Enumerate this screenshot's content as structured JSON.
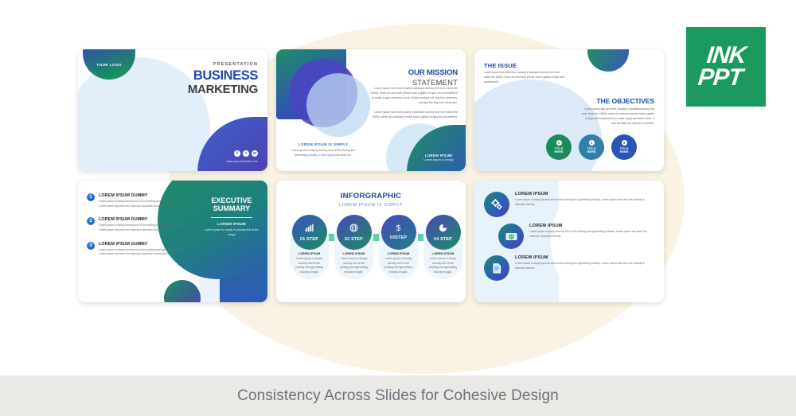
{
  "logo": {
    "line1": "INK",
    "line2": "PPT",
    "color": "#1a9a5e"
  },
  "caption": "Consistency Across Slides for Cohesive Design",
  "slides": [
    {
      "id": "business-marketing",
      "logo_tab": "YOUR LOGO",
      "kicker": "PRESENTATION",
      "title_line1": "BUSINESS",
      "title_line2": "MARKETING",
      "social": [
        "f",
        "t",
        "in"
      ],
      "url": "www.yourwebsite.com"
    },
    {
      "id": "our-mission",
      "heading1": "OUR MISSION",
      "heading2": "STATEMENT",
      "paragraph1": "Lorem ipsum has been dustry's standard dummy text ever since the 1500s, when an unknown printer took a galley of type and scrambled it to make a type specimen book. It has survived not only five centuries, but also the leap into electronic.",
      "paragraph2": "Lorem ipsum has been dustry's standard dummy text ever since the 1500s, when an unknown printer took a galley of type and scrambled.",
      "sub_heading": "LOREM IPSUM IS SIMPLY",
      "sub_paragraph": "Lorem ipsum is simply dummy text of the printing and typesetting industry. Lorem ipsum has been the.",
      "corner_title": "LOREM IPSUM",
      "corner_sub": "Lorem ipsum is simply"
    },
    {
      "id": "issue-objectives",
      "heading1": "THE ISSUE",
      "paragraph1": "Lorem ipsum has been the industry's standard dummy text ever since the 1500s, when an unknown printer took a galley of type and scrambled it.",
      "heading2": "THE OBJECTIVES",
      "paragraph2": "Lorem ipsum has been the industry's standard dummy text ever since the 1500s, when an unknown printer took a galley of type and scrambled it to make a type specimen book. It has survived not only five centuries.",
      "circles": [
        {
          "num": "1",
          "label_line1": "TITLE",
          "label_line2": "HERE",
          "color": "#1a8a5d"
        },
        {
          "num": "2",
          "label_line1": "TITLE",
          "label_line2": "HERE",
          "color": "#2f7fa8"
        },
        {
          "num": "3",
          "label_line1": "TITLE",
          "label_line2": "HERE",
          "color": "#2a55b4"
        }
      ]
    },
    {
      "id": "executive-summary",
      "panel_title_line1": "EXECUTIVE",
      "panel_title_line2": "SUMMARY",
      "panel_sub": "LOREM IPSUM",
      "panel_sub_paragraph": "Lorem ipsum is simply & dummy text of the image",
      "items": [
        {
          "num": "1",
          "heading": "LOREM IPSUM DUMMY",
          "paragraph": "Lorem ipsum is simply dummy text of the printing and typesetting industry. Lorem ipsum has been the industry's standard dummy text ever"
        },
        {
          "num": "2",
          "heading": "LOREM IPSUM DUMMY",
          "paragraph": "Lorem ipsum is simply dummy text of the printing and typesetting industry. Lorem ipsum has been the industry's standard dummy text ever"
        },
        {
          "num": "3",
          "heading": "LOREM IPSUM DUMMY",
          "paragraph": "Lorem ipsum is simply dummy text of the printing and typesetting industry. Lorem ipsum has been the industry's standard dummy text ever"
        }
      ]
    },
    {
      "id": "infographic",
      "heading1": "INFORGRAPHIC",
      "heading2": "LOREM IPSUM IS SIMPLY",
      "steps": [
        {
          "icon": "bar-chart-icon",
          "glyph": "█",
          "step": "01 STEP",
          "heading": "LOREM IPSUM",
          "paragraph": "Lorem ipsum is simply dummy text of the printing and typesetting industry imagin."
        },
        {
          "icon": "globe-icon",
          "glyph": "⊕",
          "step": "02 STEP",
          "heading": "LOREM IPSUM",
          "paragraph": "Lorem ipsum is simply dummy text of the printing and typesetting industry imagin."
        },
        {
          "icon": "dollar-icon",
          "glyph": "$",
          "step": "03STEP",
          "heading": "LOREM IPSUM",
          "paragraph": "Lorem ipsum is simply dummy text of the printing and typesetting industry imagin."
        },
        {
          "icon": "pie-chart-icon",
          "glyph": "◔",
          "step": "04 STEP",
          "heading": "LOREM IPSUM",
          "paragraph": "Lorem ipsum is simply dummy text of the printing and typesetting industry imagin."
        }
      ]
    },
    {
      "id": "icon-list",
      "rows": [
        {
          "icon": "gears-icon",
          "glyph": "⚙",
          "heading": "LOREM IPSUM",
          "paragraph": "Lorem ipsum is simply dummy text of the printing and typesetting industry. Lorem ipsum has been the industry's standard dummy."
        },
        {
          "icon": "money-icon",
          "glyph": "$",
          "heading": "LOREM IPSUM",
          "paragraph": "Lorem ipsum is simply dummy text of the printing and typesetting industry. Lorem ipsum has been the industry's standard dummy."
        },
        {
          "icon": "document-icon",
          "glyph": "▧",
          "heading": "LOREM IPSUM",
          "paragraph": "Lorem ipsum is simply dummy text of the printing and typesetting industry. Lorem ipsum has been the industry's standard dummy."
        }
      ]
    }
  ]
}
